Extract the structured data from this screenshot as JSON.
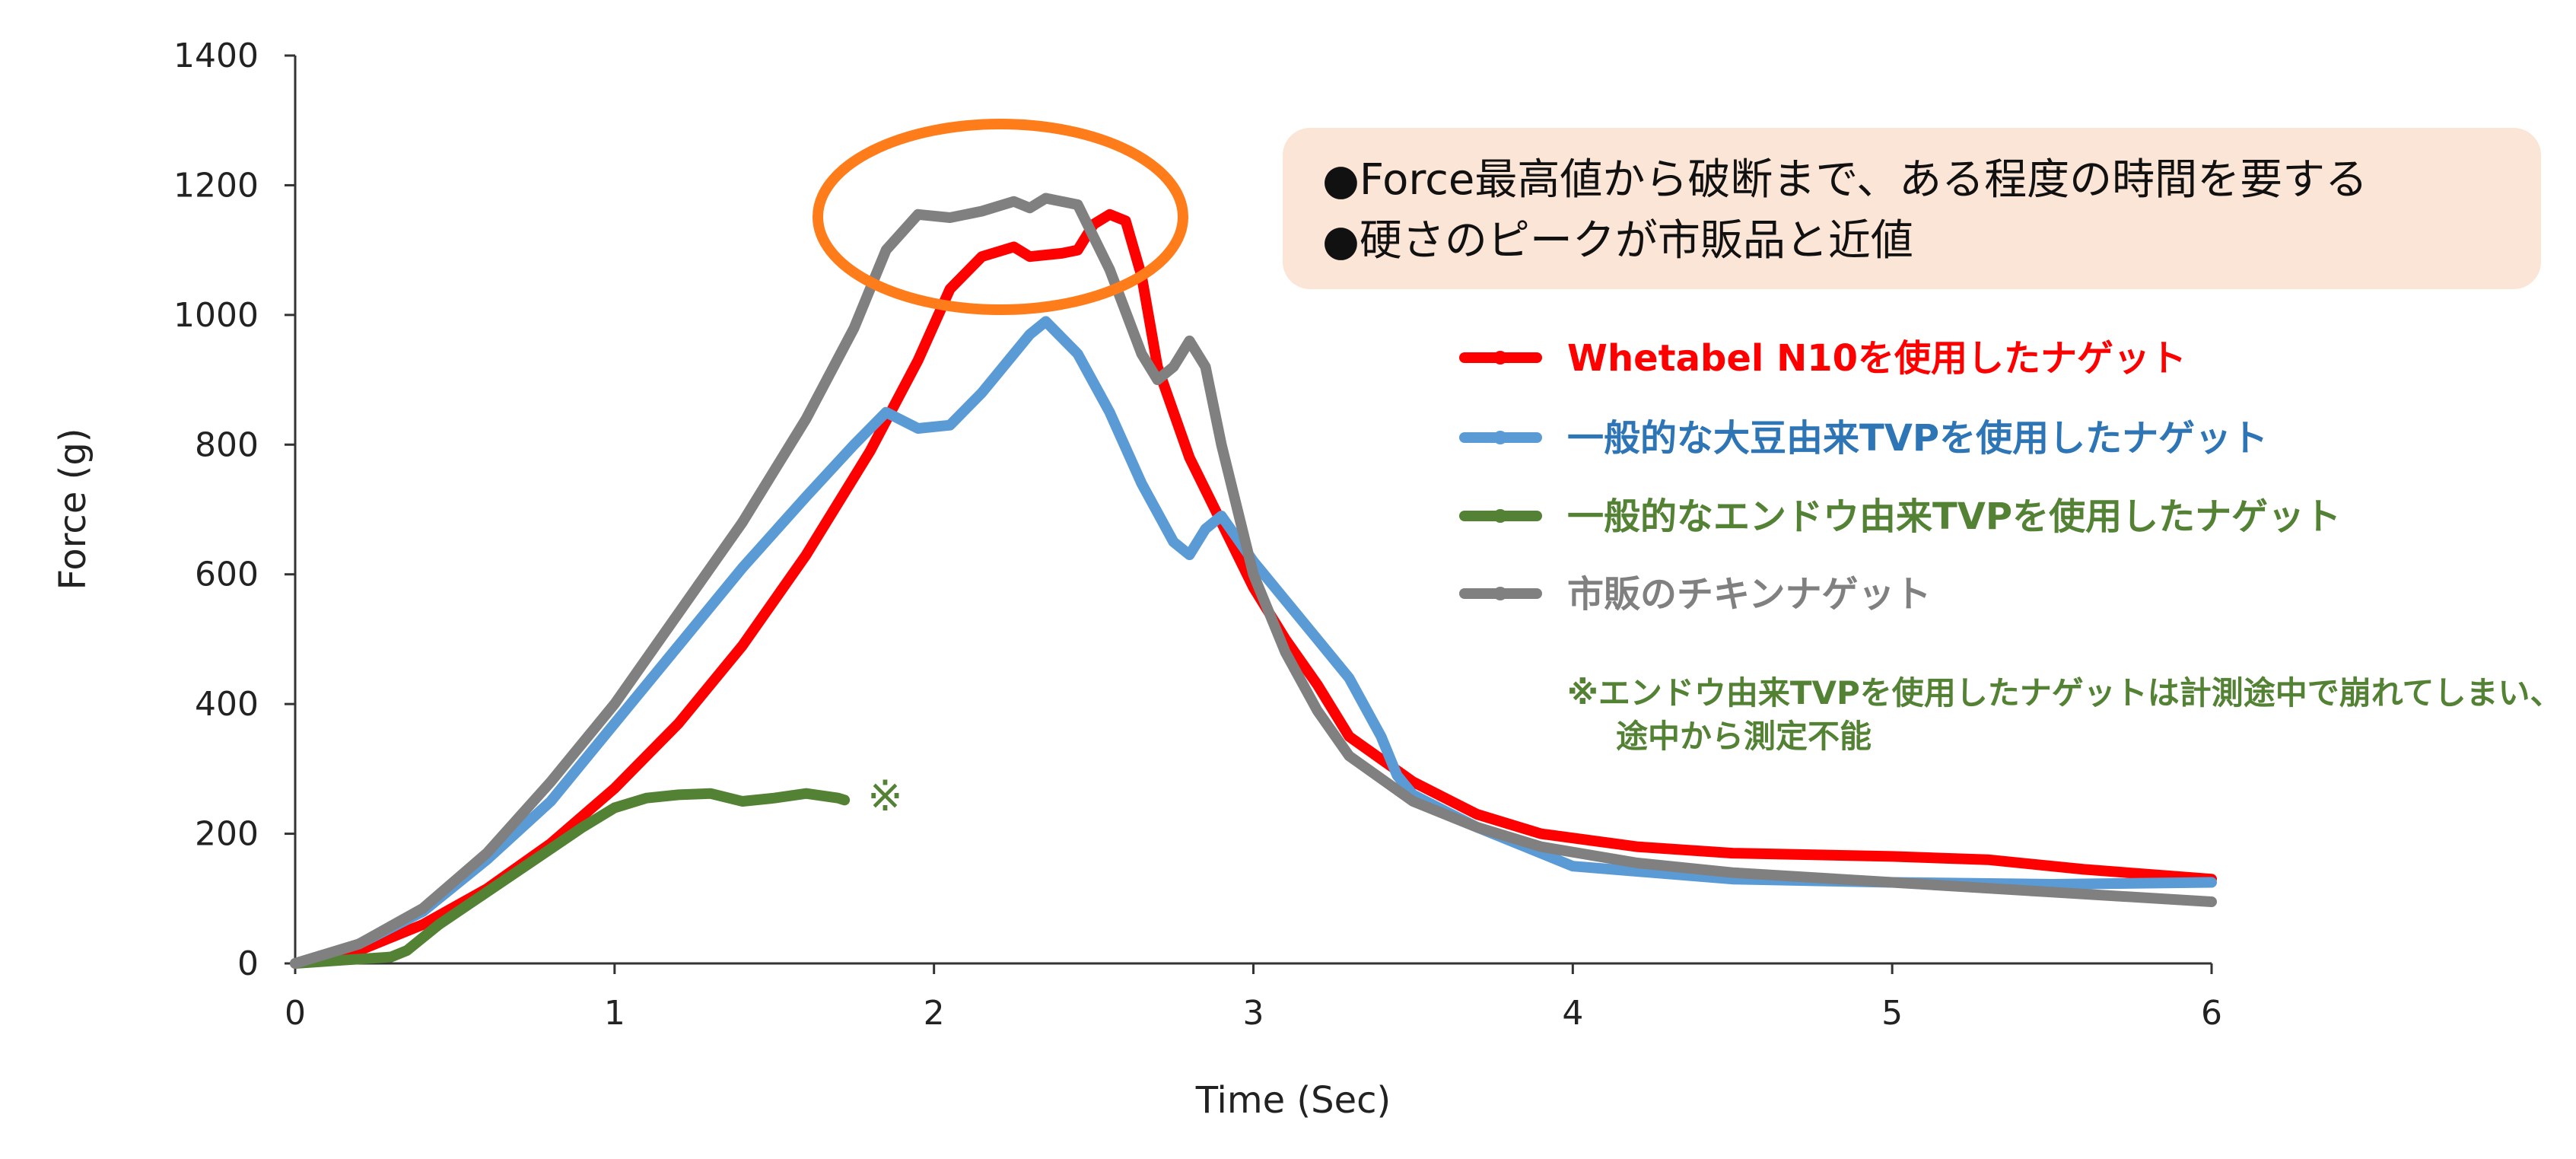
{
  "chart_data": {
    "type": "line",
    "xlabel": "Time (Sec)",
    "ylabel": "Force (g)",
    "xlim": [
      0,
      6
    ],
    "ylim": [
      0,
      1400
    ],
    "xticks": [
      "0",
      "1",
      "2",
      "3",
      "4",
      "5",
      "6"
    ],
    "yticks": [
      "0",
      "200",
      "400",
      "600",
      "800",
      "1000",
      "1200",
      "1400"
    ],
    "grid": false,
    "legend_position": "right",
    "series": [
      {
        "name": "Whetabel N10を使用したナゲット",
        "color": "#ff0000",
        "label_color": "#ff0000",
        "points": [
          [
            0,
            0
          ],
          [
            0.2,
            20
          ],
          [
            0.4,
            60
          ],
          [
            0.6,
            115
          ],
          [
            0.8,
            185
          ],
          [
            1.0,
            270
          ],
          [
            1.2,
            370
          ],
          [
            1.4,
            490
          ],
          [
            1.6,
            630
          ],
          [
            1.8,
            790
          ],
          [
            1.95,
            930
          ],
          [
            2.05,
            1040
          ],
          [
            2.15,
            1090
          ],
          [
            2.25,
            1105
          ],
          [
            2.3,
            1090
          ],
          [
            2.4,
            1095
          ],
          [
            2.45,
            1100
          ],
          [
            2.5,
            1140
          ],
          [
            2.55,
            1155
          ],
          [
            2.6,
            1145
          ],
          [
            2.65,
            1060
          ],
          [
            2.7,
            920
          ],
          [
            2.8,
            780
          ],
          [
            2.9,
            680
          ],
          [
            3.0,
            580
          ],
          [
            3.1,
            500
          ],
          [
            3.2,
            430
          ],
          [
            3.3,
            350
          ],
          [
            3.5,
            280
          ],
          [
            3.7,
            230
          ],
          [
            3.9,
            200
          ],
          [
            4.2,
            180
          ],
          [
            4.5,
            170
          ],
          [
            5.0,
            165
          ],
          [
            5.3,
            160
          ],
          [
            5.6,
            145
          ],
          [
            6.0,
            130
          ]
        ]
      },
      {
        "name": "一般的な大豆由来TVPを使用したナゲット",
        "color": "#5b9bd5",
        "label_color": "#2e75b6",
        "points": [
          [
            0,
            0
          ],
          [
            0.2,
            30
          ],
          [
            0.4,
            80
          ],
          [
            0.6,
            160
          ],
          [
            0.8,
            250
          ],
          [
            1.0,
            370
          ],
          [
            1.2,
            490
          ],
          [
            1.4,
            610
          ],
          [
            1.6,
            720
          ],
          [
            1.75,
            800
          ],
          [
            1.85,
            850
          ],
          [
            1.95,
            825
          ],
          [
            2.05,
            830
          ],
          [
            2.15,
            880
          ],
          [
            2.25,
            940
          ],
          [
            2.3,
            970
          ],
          [
            2.35,
            990
          ],
          [
            2.45,
            940
          ],
          [
            2.55,
            850
          ],
          [
            2.65,
            740
          ],
          [
            2.75,
            650
          ],
          [
            2.8,
            630
          ],
          [
            2.85,
            670
          ],
          [
            2.9,
            690
          ],
          [
            3.0,
            620
          ],
          [
            3.1,
            560
          ],
          [
            3.2,
            500
          ],
          [
            3.3,
            440
          ],
          [
            3.4,
            350
          ],
          [
            3.45,
            290
          ],
          [
            3.5,
            260
          ],
          [
            3.7,
            210
          ],
          [
            4.0,
            150
          ],
          [
            4.5,
            130
          ],
          [
            5.0,
            125
          ],
          [
            5.5,
            122
          ],
          [
            6.0,
            125
          ]
        ]
      },
      {
        "name": "一般的なエンドウ由来TVPを使用したナゲット",
        "color": "#548235",
        "label_color": "#548235",
        "points": [
          [
            0,
            0
          ],
          [
            0.15,
            5
          ],
          [
            0.3,
            10
          ],
          [
            0.35,
            20
          ],
          [
            0.45,
            60
          ],
          [
            0.6,
            110
          ],
          [
            0.75,
            160
          ],
          [
            0.9,
            210
          ],
          [
            1.0,
            240
          ],
          [
            1.1,
            255
          ],
          [
            1.2,
            260
          ],
          [
            1.3,
            262
          ],
          [
            1.4,
            250
          ],
          [
            1.5,
            255
          ],
          [
            1.6,
            262
          ],
          [
            1.7,
            255
          ],
          [
            1.72,
            252
          ]
        ]
      },
      {
        "name": "市販のチキンナゲット",
        "color": "#808080",
        "label_color": "#808080",
        "points": [
          [
            0,
            0
          ],
          [
            0.2,
            30
          ],
          [
            0.4,
            85
          ],
          [
            0.6,
            170
          ],
          [
            0.8,
            280
          ],
          [
            1.0,
            400
          ],
          [
            1.2,
            540
          ],
          [
            1.4,
            680
          ],
          [
            1.6,
            840
          ],
          [
            1.75,
            980
          ],
          [
            1.85,
            1100
          ],
          [
            1.95,
            1155
          ],
          [
            2.05,
            1150
          ],
          [
            2.15,
            1160
          ],
          [
            2.25,
            1175
          ],
          [
            2.3,
            1165
          ],
          [
            2.35,
            1180
          ],
          [
            2.45,
            1170
          ],
          [
            2.55,
            1070
          ],
          [
            2.65,
            940
          ],
          [
            2.7,
            900
          ],
          [
            2.75,
            920
          ],
          [
            2.8,
            960
          ],
          [
            2.85,
            920
          ],
          [
            2.9,
            800
          ],
          [
            3.0,
            600
          ],
          [
            3.1,
            480
          ],
          [
            3.2,
            390
          ],
          [
            3.3,
            320
          ],
          [
            3.5,
            250
          ],
          [
            3.7,
            210
          ],
          [
            3.9,
            180
          ],
          [
            4.2,
            155
          ],
          [
            4.5,
            140
          ],
          [
            5.0,
            125
          ],
          [
            5.5,
            110
          ],
          [
            6.0,
            95
          ]
        ]
      }
    ],
    "annotations": {
      "callout_lines": [
        "●Force最高値から破断まで、ある程度の時間を要する",
        "●硬さのピークが市販品と近値"
      ],
      "callout_bg": "#fbe5d6",
      "highlight_ellipse_color": "#ff7c1a",
      "pea_end_mark": "※",
      "note_lines": [
        "※エンドウ由来TVPを使用したナゲットは計測途中で崩れてしまい、",
        "途中から測定不能"
      ],
      "note_color": "#548235"
    }
  }
}
